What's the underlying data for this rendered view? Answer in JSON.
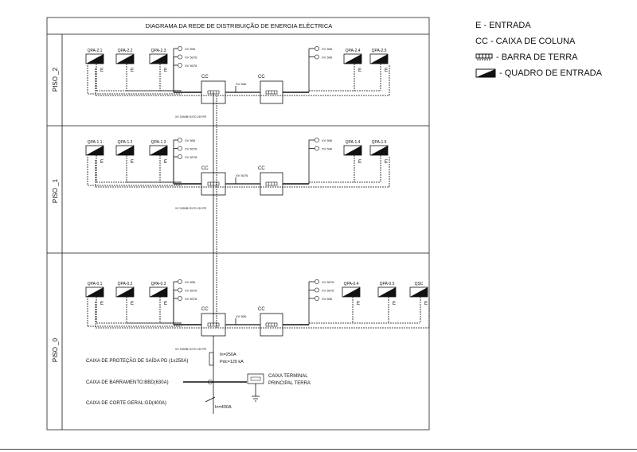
{
  "title": "DIAGRAMA DA REDE DE DISTRIBUIÇÃO DE ENERGIA ELÉCTRICA",
  "legend": {
    "entrada": "E - ENTRADA",
    "caixa_coluna": "CC - CAIXA DE COLUNA",
    "barra_terra": "- BARRA DE TERRA",
    "quadro_entrada": "- QUADRO DE ENTRADA"
  },
  "floors": [
    {
      "label": "PISO _2",
      "left_panels": [
        "QPA-2.1",
        "QPA-2.2",
        "QPA-2.3"
      ],
      "right_panels": [
        "QPA-2.4",
        "QPA-2.5"
      ],
      "left_circuits": [
        "XV 506",
        "XV 5076",
        "XV 5078"
      ],
      "right_circuits": [
        "XV 506",
        "XV 506"
      ],
      "cc": [
        "CC",
        "CC"
      ],
      "bus_tag": "XV 506",
      "riser_tag": "XV 3X50B+2X70-VD+PE",
      "entry": "E"
    },
    {
      "label": "PISO _1",
      "left_panels": [
        "QPA-1.1",
        "QPA-1.2",
        "QPA-1.3"
      ],
      "right_panels": [
        "QPA-1.4",
        "QPA-1.5"
      ],
      "left_circuits": [
        "XV 506",
        "XV 5076",
        "XV 5078"
      ],
      "right_circuits": [
        "XV 506",
        "XV 506"
      ],
      "cc": [
        "CC",
        "CC"
      ],
      "bus_tag": "XV 5076",
      "riser_tag": "XV 3X50B+2X70-VD+PE",
      "entry": "E"
    },
    {
      "label": "PISO _0",
      "left_panels": [
        "QPA-0.1",
        "QPA-0.2",
        "QPA-0.3"
      ],
      "right_panels": [
        "QPA-0.4",
        "QPA-0.5",
        "QSC"
      ],
      "left_circuits": [
        "XV 506",
        "XV 5076",
        "XV 5078"
      ],
      "right_circuits": [
        "XV 5078",
        "XV 5076",
        "XV 506"
      ],
      "cc": [
        "CC",
        "CC"
      ],
      "bus_tag": "XV 506",
      "riser_tag": "XV 3X50B+2X70-VD+PE",
      "entry": "E"
    }
  ],
  "bottom": {
    "protecao": "CAIXA DE PROTEÇÃO DE SAÍDA PD (1x250A)",
    "in_250": "In=250A",
    "pdc": "Pdc=120 kA",
    "barramento": "CAIXA DE BARRAMENTO:BBD(630A)",
    "corte": "CAIXA DE CORTE GERAL:GD(400A)",
    "in_400": "In=400A",
    "terminal_1": "CAIXA TERMINAL",
    "terminal_2": "PRINCIPAL TERRA"
  },
  "colors": {
    "line": "#111111",
    "dashed": "#333333",
    "frame": "#222222"
  }
}
